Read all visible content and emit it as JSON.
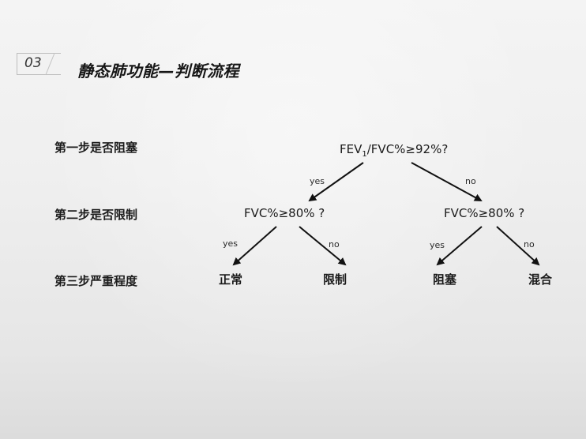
{
  "header": {
    "section_number": "03",
    "title": "静态肺功能—判断流程"
  },
  "steps": [
    {
      "label": "第一步是否阻塞"
    },
    {
      "label": "第二步是否限制"
    },
    {
      "label": "第三步严重程度"
    }
  ],
  "root": {
    "text_prefix": "FEV",
    "subscript": "1",
    "text_suffix": "/FVC%≥92%?"
  },
  "decisions": [
    {
      "text": "FVC%≥80%  ?"
    },
    {
      "text": "FVC%≥80%  ?"
    }
  ],
  "outcomes": [
    "正常",
    "限制",
    "阻塞",
    "混合"
  ],
  "edge_labels": {
    "yes": "yes",
    "no": "no"
  }
}
